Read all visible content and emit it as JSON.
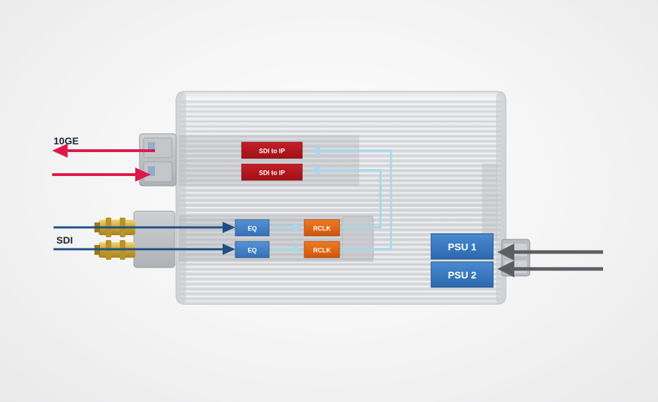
{
  "labels": {
    "ten_ge": "10GE",
    "sdi": "SDI"
  },
  "blocks": {
    "sdi_to_ip_1": "SDI to IP",
    "sdi_to_ip_2": "SDI to IP",
    "eq_1": "EQ",
    "eq_2": "EQ",
    "rclk_1": "RCLK",
    "rclk_2": "RCLK",
    "psu_1": "PSU 1",
    "psu_2": "PSU 2"
  },
  "colors": {
    "sdi_to_ip": "#b3161e",
    "eq": "#3f7fc7",
    "rclk": "#e0650f",
    "psu": "#2f74bd",
    "arrow_10ge": "#e0184a",
    "arrow_sdi": "#1f4f86",
    "arrow_power": "#5b5f63",
    "signal_path": "#a8d8ec"
  },
  "icons": {
    "sfp_cage": "sfp-cage-icon",
    "bnc_connector": "bnc-connector-icon",
    "power_connector": "power-connector-icon"
  }
}
